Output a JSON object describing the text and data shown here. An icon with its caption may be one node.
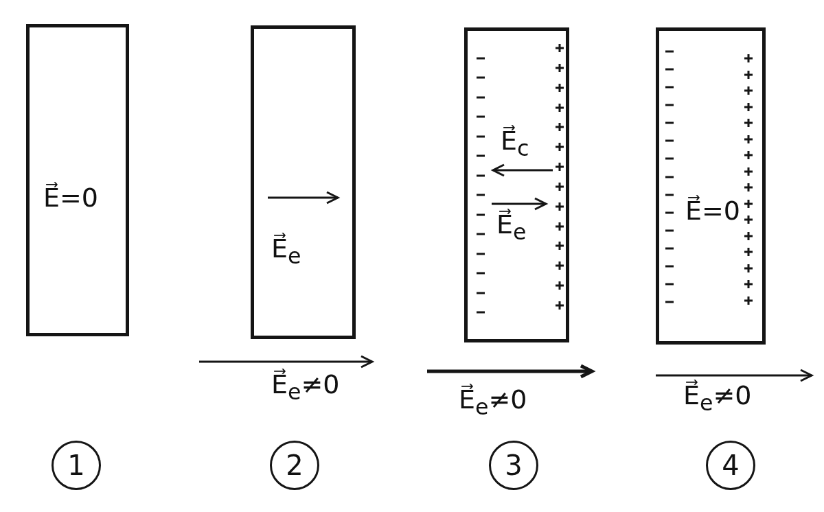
{
  "diagram": {
    "nodes": [
      {
        "text": [
          "E⃗=0"
        ]
      },
      {
        "text": [
          "E⃗$_{e}$"
        ]
      },
      {
        "text": [
          "E⃗$_{c}$",
          "E⃗$_{e}$"
        ]
      },
      {
        "text": [
          "E⃗=0"
        ]
      },
      {
        "text": [
          "1"
        ]
      },
      {
        "text": [
          "2"
        ]
      },
      {
        "text": [
          "3"
        ]
      },
      {
        "text": [
          "4"
        ]
      }
    ],
    "edges": [],
    "labels": [
      "E⃗$_{e}$≠0",
      "E⃗$_{e}$≠0",
      "E⃗$_{e}$≠0"
    ]
  }
}
